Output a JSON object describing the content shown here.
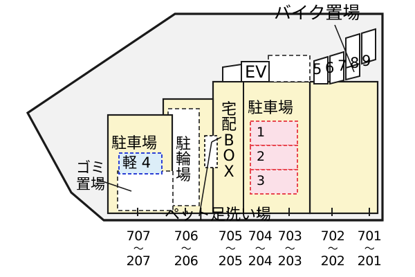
{
  "plan": {
    "title_note": "apartment-site-plan",
    "colors": {
      "site_fill": "#f2f2f2",
      "building_fill": "#fbf5cc",
      "parking_stall_fill": "#fbe0e8",
      "parking_stall_border": "#e8454f",
      "light_car_fill": "#dceef8",
      "light_car_border": "#2b3fd6",
      "outline": "#1a1a1a",
      "text": "#000000"
    },
    "labels": {
      "bike_parking": "バイク置場",
      "elevator": "EV",
      "delivery_box": "宅配BOX",
      "delivery_box_chars": [
        "宅",
        "配",
        "B",
        "O",
        "X"
      ],
      "parking_right": "駐車場",
      "parking_left": "駐車場",
      "bicycle_parking": "駐輪場",
      "bicycle_parking_chars": [
        "駐",
        "輪",
        "場"
      ],
      "garbage_area": "ゴミ置場",
      "garbage_area_line1": "ゴミ",
      "garbage_area_line2": "置場",
      "pet_wash": "ペット足洗い場",
      "light_car_stall": "軽 4"
    },
    "parking_stalls": [
      {
        "number": "1"
      },
      {
        "number": "2"
      },
      {
        "number": "3"
      }
    ],
    "bike_slots": [
      {
        "number": "5"
      },
      {
        "number": "6"
      },
      {
        "number": "7"
      },
      {
        "number": "8"
      },
      {
        "number": "9"
      }
    ],
    "room_ranges": [
      {
        "top": "707",
        "sep": "〜",
        "bottom": "207"
      },
      {
        "top": "706",
        "sep": "〜",
        "bottom": "206"
      },
      {
        "top": "705",
        "sep": "〜",
        "bottom": "205"
      },
      {
        "top": "704",
        "sep": "〜",
        "bottom": "204"
      },
      {
        "top": "703",
        "sep": "〜",
        "bottom": "203"
      },
      {
        "top": "702",
        "sep": "〜",
        "bottom": "202"
      },
      {
        "top": "701",
        "sep": "〜",
        "bottom": "201"
      }
    ]
  }
}
